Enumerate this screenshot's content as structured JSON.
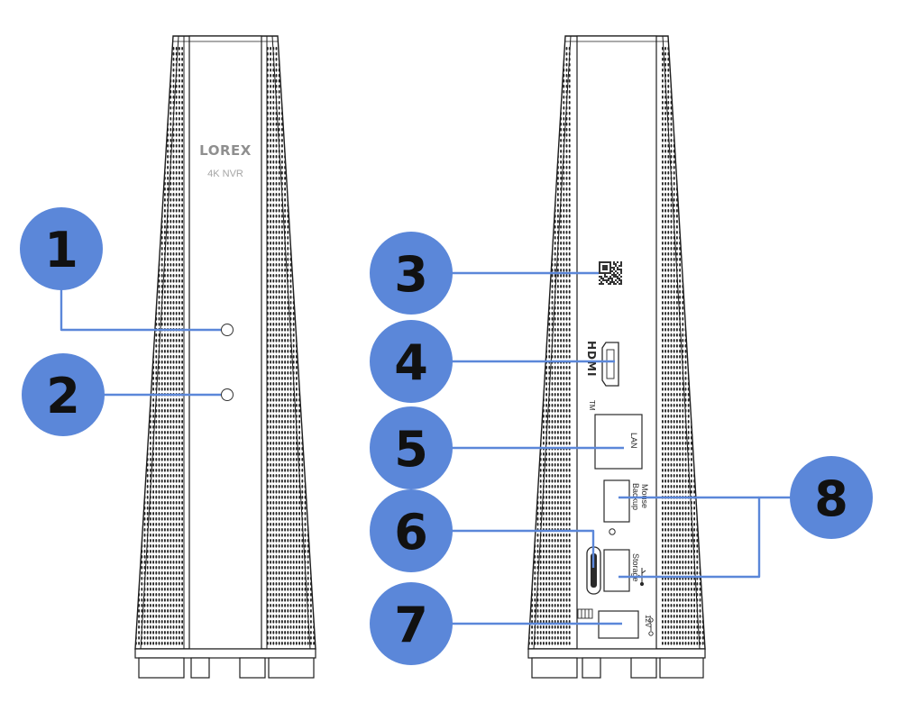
{
  "front": {
    "brand": "LOREX",
    "model": "4K NVR"
  },
  "back": {
    "hdmi_logo": "HDMI",
    "tm_mark": "TM",
    "lan_label": "LAN",
    "mouse_label": "Mouse",
    "backup_label": "Backup",
    "storage_label": "Storage",
    "power_label": "12V"
  },
  "callouts": [
    {
      "num": "1",
      "target": "front-led-upper"
    },
    {
      "num": "2",
      "target": "front-led-lower"
    },
    {
      "num": "3",
      "target": "qr-code"
    },
    {
      "num": "4",
      "target": "hdmi-port"
    },
    {
      "num": "5",
      "target": "lan-port"
    },
    {
      "num": "6",
      "target": "microsd-slot"
    },
    {
      "num": "7",
      "target": "power-port"
    },
    {
      "num": "8",
      "target": "usb-ports"
    }
  ],
  "colors": {
    "badge": "#5b87d9",
    "leader": "#5b87d9",
    "outline": "#1e1e1e",
    "text_gray": "#9a9a9a"
  }
}
